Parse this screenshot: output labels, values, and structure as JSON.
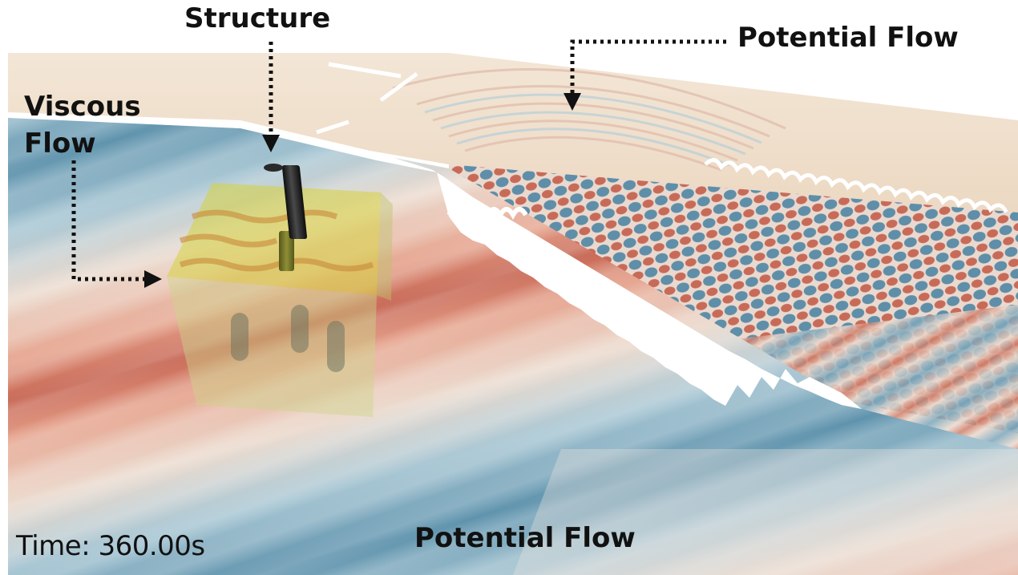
{
  "labels": {
    "structure": "Structure",
    "potential_flow_top": "Potential Flow",
    "viscous_line1": "Viscous",
    "viscous_line2": "Flow",
    "potential_flow_bottom": "Potential Flow",
    "time": "Time: 360.00s"
  },
  "colors": {
    "background": "#ffffff",
    "beach": "#f1e1cc",
    "wave_crest": "#c9705c",
    "wave_trough": "#6a9ab0",
    "mid_tone": "#e8dcd2",
    "viscous_box": "#d2d24a",
    "structure_pile": "#1c1c1c",
    "arrow": "#111111"
  }
}
